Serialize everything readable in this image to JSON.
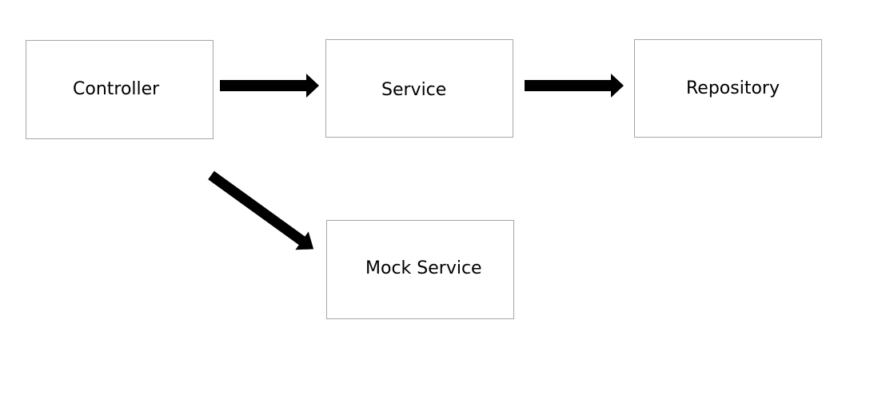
{
  "diagram": {
    "nodes": {
      "controller": "Controller",
      "service": "Service",
      "repository": "Repository",
      "mock_service": "Mock Service"
    },
    "edges": [
      {
        "from": "Controller",
        "to": "Service"
      },
      {
        "from": "Service",
        "to": "Repository"
      },
      {
        "from": "Controller",
        "to": "Mock Service"
      }
    ],
    "colors": {
      "box_border": "#a6a6a6",
      "arrow": "#000000",
      "text": "#000000"
    }
  }
}
